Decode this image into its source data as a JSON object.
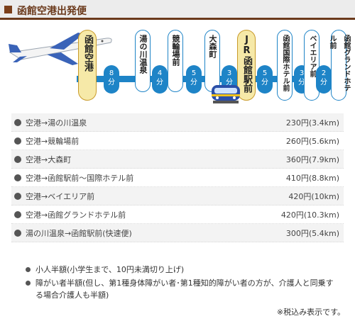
{
  "header": {
    "title": "函館空港出発便",
    "icon": "square-bullet-icon",
    "accent": "#6b3a1c"
  },
  "route": {
    "line_color": "#1e84c7",
    "highlight_color": "#f6e9a8",
    "stops": [
      {
        "name": "函館空港"
      },
      {
        "name": "湯の川温泉"
      },
      {
        "name": "競輪場前"
      },
      {
        "name": "大森町"
      },
      {
        "name": "JR函館駅前"
      },
      {
        "name": "函館国際ホテル前"
      },
      {
        "name": "ベイエリア前"
      },
      {
        "name": "函館グランドホテル前"
      }
    ],
    "segments": [
      {
        "minutes": "8",
        "unit": "分"
      },
      {
        "minutes": "4",
        "unit": "分"
      },
      {
        "minutes": "5",
        "unit": "分"
      },
      {
        "minutes": "3",
        "unit": "分"
      },
      {
        "minutes": "5",
        "unit": "分"
      },
      {
        "minutes": "3",
        "unit": "分"
      },
      {
        "minutes": "2",
        "unit": "分"
      }
    ],
    "plane": "airplane-icon",
    "train": "train-icon"
  },
  "fares": [
    {
      "route": "空港→湯の川温泉",
      "price": "230円(3.4km)"
    },
    {
      "route": "空港→競輪場前",
      "price": "260円(5.6km)"
    },
    {
      "route": "空港→大森町",
      "price": "360円(7.9km)"
    },
    {
      "route": "空港→函館駅前～国際ホテル前",
      "price": "410円(8.8km)"
    },
    {
      "route": "空港→ベイエリア前",
      "price": "420円(10km)"
    },
    {
      "route": "空港→函館グランドホテル前",
      "price": "420円(10.3km)"
    },
    {
      "route": "湯の川温泉→函館駅前(快速便)",
      "price": "300円(5.4km)"
    }
  ],
  "notes": [
    "小人半額(小学生まで、10円未満切り上げ)",
    "障がい者半額(但し、第1種身体障がい者･第1種知的障がい者の方が、介護人と同乗する場合介護人も半額)"
  ],
  "tax_note": "※税込み表示です。"
}
